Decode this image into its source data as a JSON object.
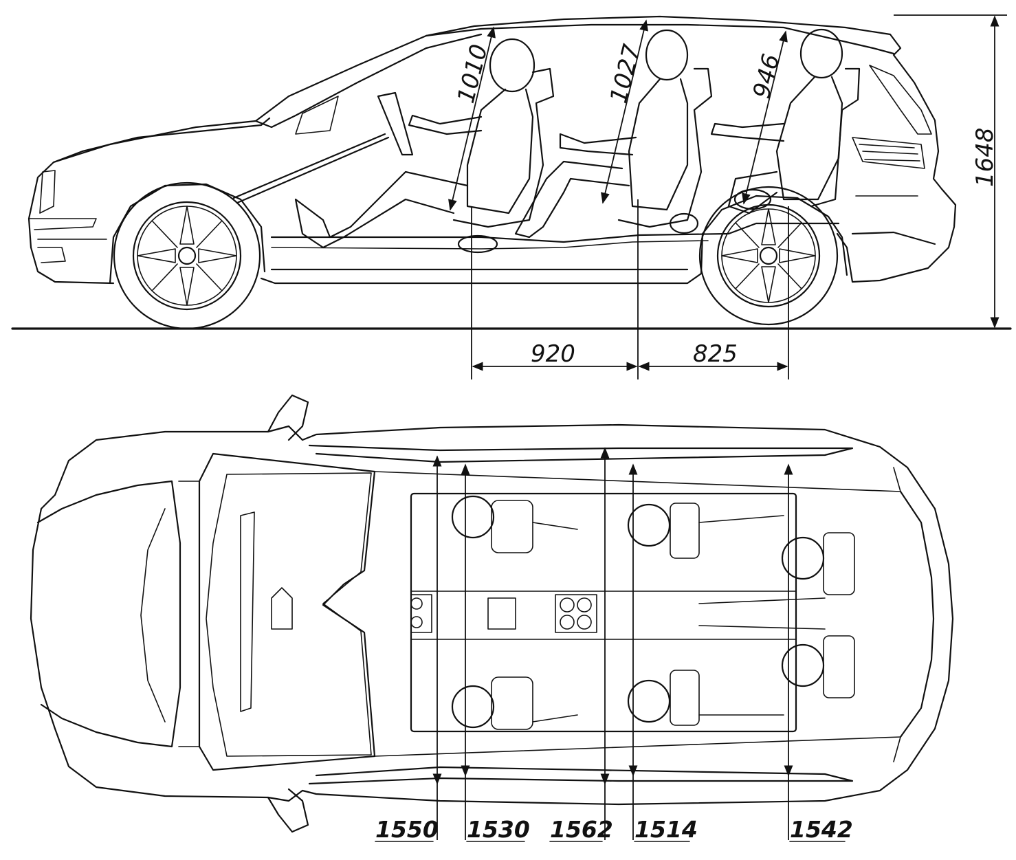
{
  "side_view": {
    "headroom_dims": [
      "1010",
      "1027",
      "946"
    ],
    "overall_height": "1648",
    "seat_spacing": [
      "920",
      "825"
    ]
  },
  "top_view": {
    "width_dims": [
      "1550",
      "1530",
      "1562",
      "1514",
      "1542"
    ]
  }
}
